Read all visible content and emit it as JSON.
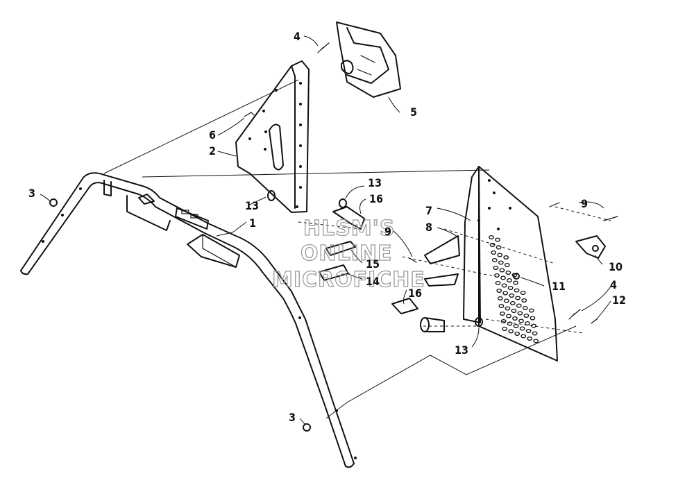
{
  "watermark": {
    "lines": [
      "HLSM'S",
      "ONLINE",
      "MICROFICHE"
    ],
    "color": "#9a9a9a"
  },
  "callouts": [
    {
      "id": "1",
      "label": "1"
    },
    {
      "id": "2",
      "label": "2"
    },
    {
      "id": "3a",
      "label": "3"
    },
    {
      "id": "3b",
      "label": "3"
    },
    {
      "id": "4a",
      "label": "4"
    },
    {
      "id": "4b",
      "label": "4"
    },
    {
      "id": "5",
      "label": "5"
    },
    {
      "id": "6",
      "label": "6"
    },
    {
      "id": "7",
      "label": "7"
    },
    {
      "id": "8",
      "label": "8"
    },
    {
      "id": "9a",
      "label": "9"
    },
    {
      "id": "9b",
      "label": "9"
    },
    {
      "id": "10",
      "label": "10"
    },
    {
      "id": "11",
      "label": "11"
    },
    {
      "id": "12",
      "label": "12"
    },
    {
      "id": "13a",
      "label": "13"
    },
    {
      "id": "13b",
      "label": "13"
    },
    {
      "id": "13c",
      "label": "13"
    },
    {
      "id": "14",
      "label": "14"
    },
    {
      "id": "15",
      "label": "15"
    },
    {
      "id": "16a",
      "label": "16"
    },
    {
      "id": "16b",
      "label": "16"
    }
  ],
  "colors": {
    "line": "#111111",
    "background": "#ffffff"
  }
}
